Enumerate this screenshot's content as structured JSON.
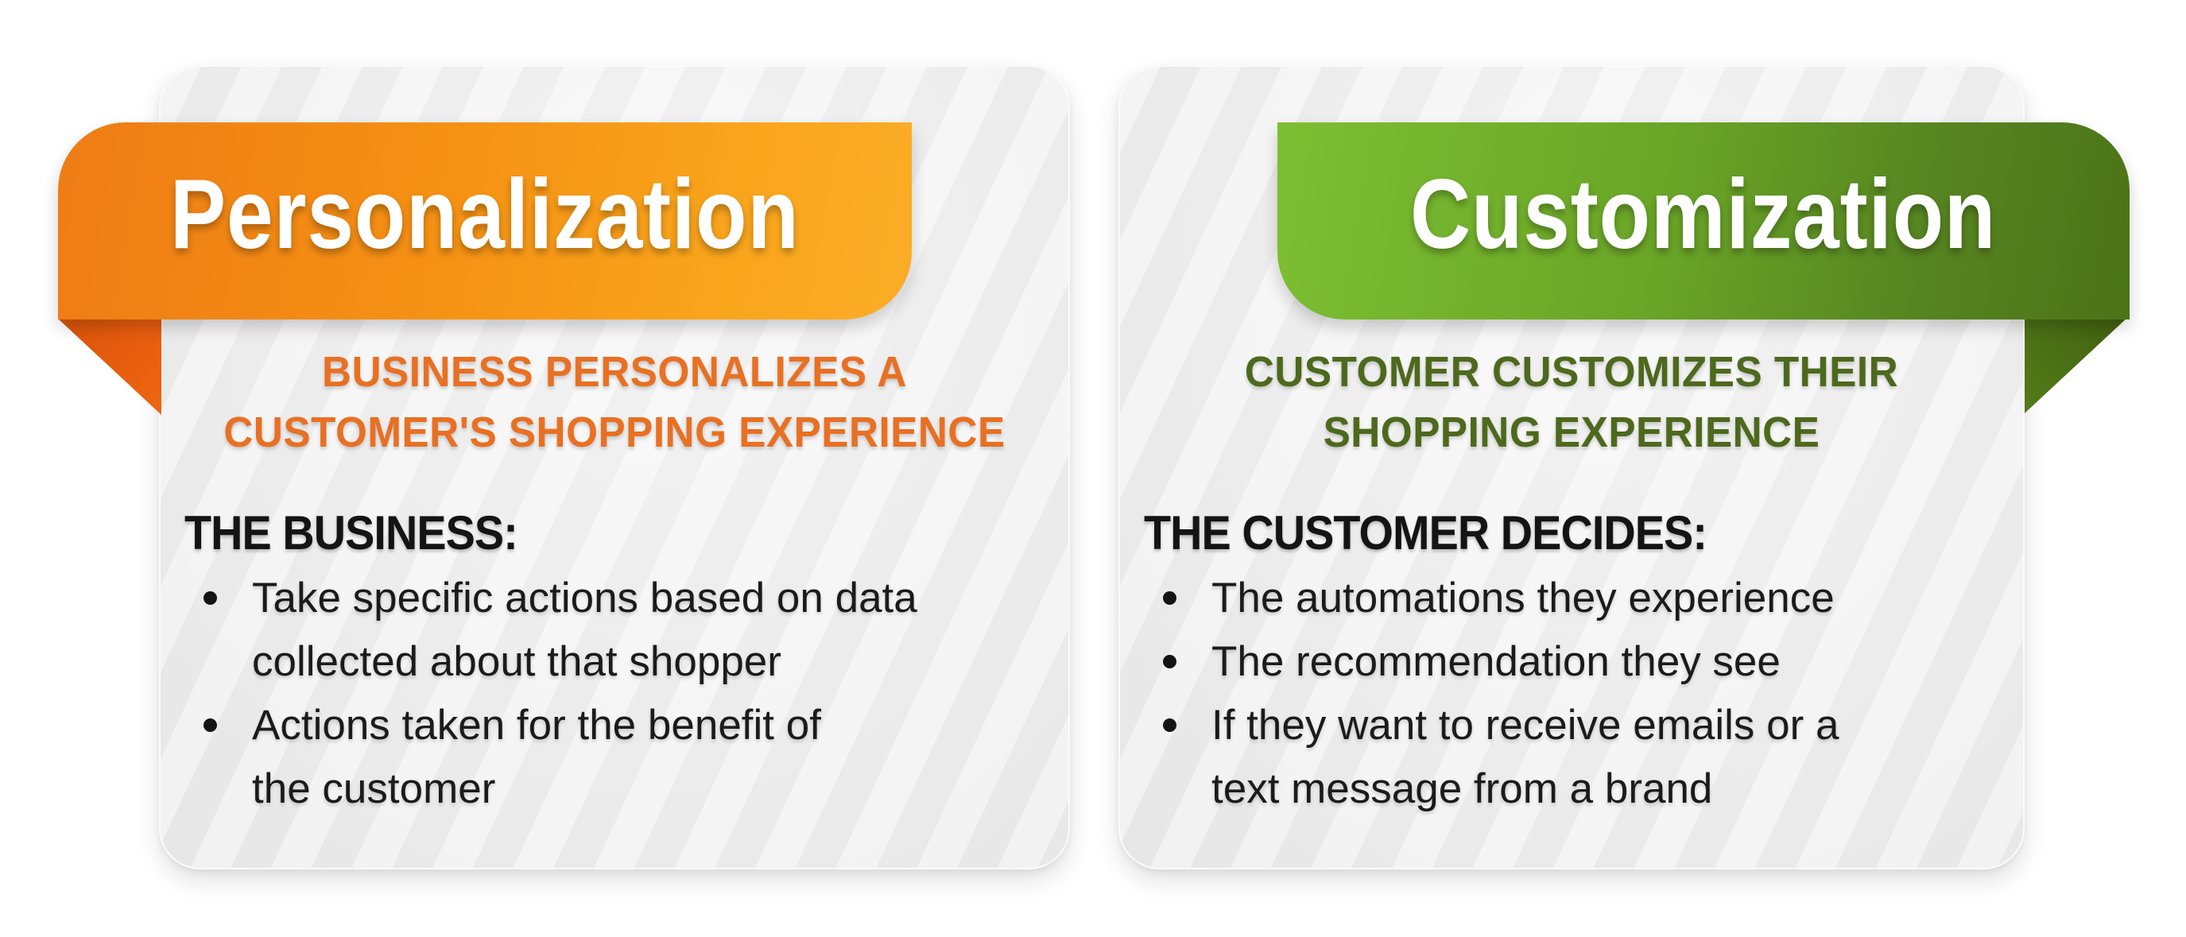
{
  "page": {
    "background_color": "#ffffff",
    "card_background_color": "#f0f0f0",
    "body_text_color": "#1b1b1b"
  },
  "cards": [
    {
      "title": "Personalization",
      "ribbon_colors": {
        "start": "#ee7c15",
        "end": "#fbad27",
        "fold": "#e55c0e"
      },
      "subtitle_color": "#e87023",
      "subtitle_lines": [
        "BUSINESS PERSONALIZES A",
        "CUSTOMER'S SHOPPING EXPERIENCE"
      ],
      "heading": "THE BUSINESS:",
      "bullets": [
        {
          "lines": [
            "Take specific actions based on data",
            "collected about that shopper"
          ]
        },
        {
          "lines": [
            "Actions taken for the benefit of",
            "the customer"
          ]
        }
      ]
    },
    {
      "title": "Customization",
      "ribbon_colors": {
        "start": "#7dbf33",
        "end": "#4c7317",
        "fold": "#4a6d15"
      },
      "subtitle_color": "#4d691d",
      "subtitle_lines": [
        "CUSTOMER CUSTOMIZES THEIR",
        "SHOPPING EXPERIENCE"
      ],
      "heading": "THE CUSTOMER DECIDES:",
      "bullets": [
        {
          "lines": [
            "The automations they experience"
          ]
        },
        {
          "lines": [
            "The recommendation they see"
          ]
        },
        {
          "lines": [
            "If they want to receive emails or a",
            "text message from a brand"
          ]
        }
      ]
    }
  ]
}
